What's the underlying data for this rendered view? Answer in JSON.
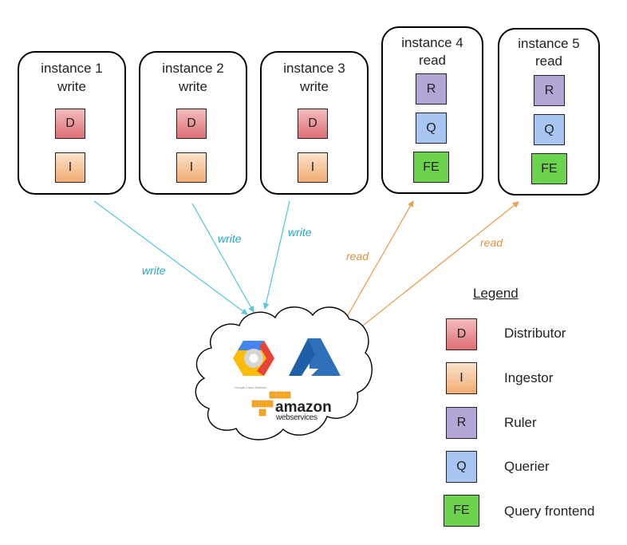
{
  "instances": [
    {
      "title": "instance 1",
      "mode": "write",
      "components": [
        "D",
        "I"
      ]
    },
    {
      "title": "instance 2",
      "mode": "write",
      "components": [
        "D",
        "I"
      ]
    },
    {
      "title": "instance 3",
      "mode": "write",
      "components": [
        "D",
        "I"
      ]
    },
    {
      "title": "instance 4",
      "mode": "read",
      "components": [
        "R",
        "Q",
        "FE"
      ]
    },
    {
      "title": "instance 5",
      "mode": "read",
      "components": [
        "R",
        "Q",
        "FE"
      ]
    }
  ],
  "arrows": {
    "write_label": "write",
    "read_label": "read",
    "write_color": "#5bc8e0",
    "read_color": "#e8a052",
    "write_text_color": "#2aa6c2",
    "read_text_color": "#e0913e"
  },
  "cloud": {
    "providers": [
      "Google Cloud Platform",
      "Microsoft Azure",
      "Amazon Web Services"
    ],
    "gcp_caption": "Google Cloud Platform",
    "aws_line1": "amazon",
    "aws_line2": "webservices"
  },
  "legend": {
    "title": "Legend",
    "items": [
      {
        "abbr": "D",
        "label": "Distributor"
      },
      {
        "abbr": "I",
        "label": "Ingestor"
      },
      {
        "abbr": "R",
        "label": "Ruler"
      },
      {
        "abbr": "Q",
        "label": "Querier"
      },
      {
        "abbr": "FE",
        "label": "Query frontend"
      }
    ]
  }
}
